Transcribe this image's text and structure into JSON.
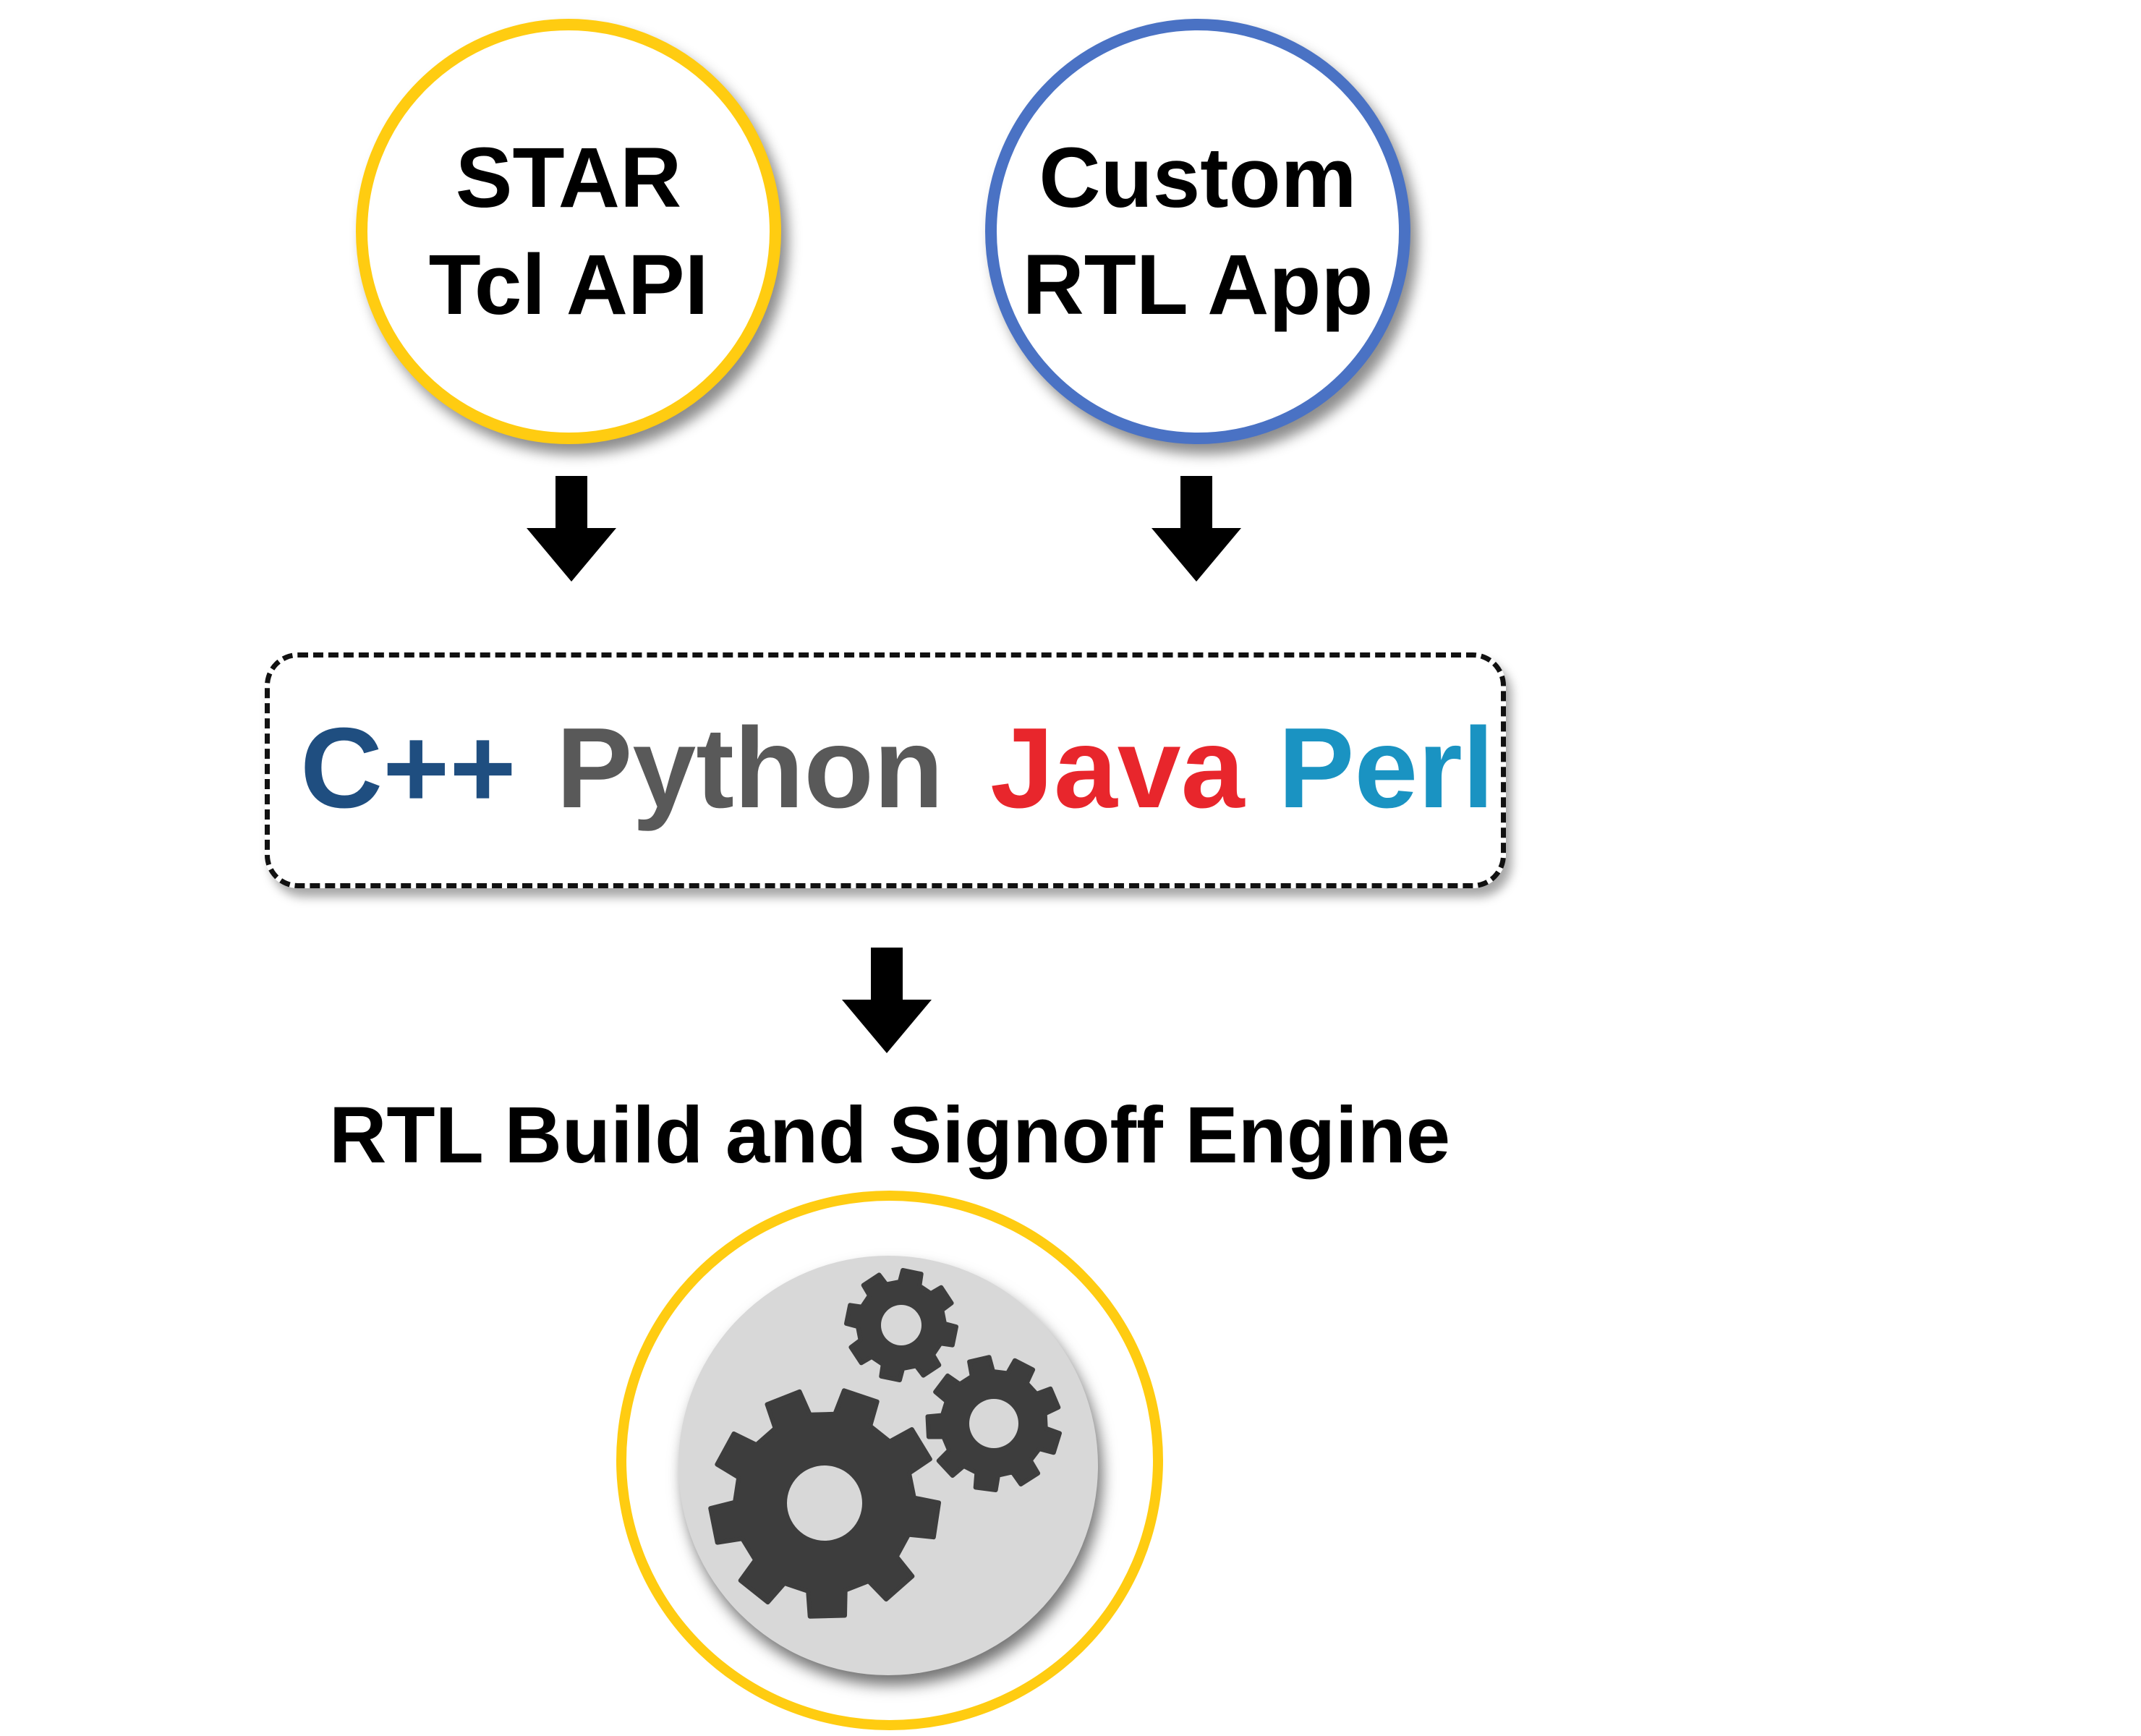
{
  "sources": {
    "tcl": {
      "lines": [
        "STAR",
        "Tcl API"
      ],
      "border_color": "#ffcc11"
    },
    "custom": {
      "lines": [
        "Custom",
        "RTL App"
      ],
      "border_color": "#4a72c4"
    }
  },
  "languages": [
    {
      "label": "C++",
      "color": "#1f4e80"
    },
    {
      "label": "Python",
      "color": "#595959"
    },
    {
      "label": "Java",
      "color": "#e8262c"
    },
    {
      "label": "Perl",
      "color": "#1a93c2"
    }
  ],
  "engine": {
    "label": "RTL Build and Signoff Engine",
    "icon": "gears-icon",
    "ring_color": "#ffcc11",
    "disc_color": "#d8d8d8",
    "gear_color": "#3d3d3d"
  },
  "arrows": {
    "icon": "arrow-down-icon",
    "color": "#000000"
  }
}
